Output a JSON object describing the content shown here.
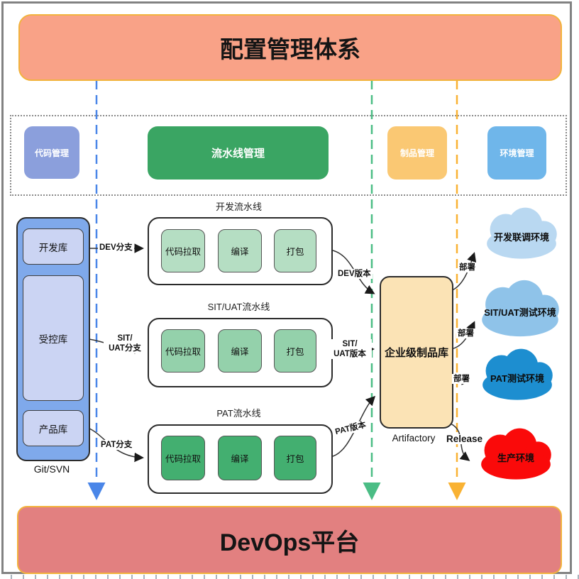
{
  "title_banner": "配置管理体系",
  "bottom_banner": "DevOps平台",
  "management_band": {
    "items": [
      {
        "label": "代码管理",
        "color": "#8B9FDC"
      },
      {
        "label": "流水线管理",
        "color": "#3AA563"
      },
      {
        "label": "制品管理",
        "color": "#FAC873"
      },
      {
        "label": "环境管理",
        "color": "#6FB6EA"
      }
    ]
  },
  "repo_group": {
    "caption": "Git/SVN",
    "items": [
      {
        "label": "开发库"
      },
      {
        "label": "受控库"
      },
      {
        "label": "产品库"
      }
    ]
  },
  "pipelines": [
    {
      "title": "开发流水线",
      "steps": [
        "代码拉取",
        "编译",
        "打包"
      ],
      "step_color": "#B5DEC3"
    },
    {
      "title": "SIT/UAT流水线",
      "steps": [
        "代码拉取",
        "编译",
        "打包"
      ],
      "step_color": "#94D1AB"
    },
    {
      "title": "PAT流水线",
      "steps": [
        "代码拉取",
        "编译",
        "打包"
      ],
      "step_color": "#43AF70"
    }
  ],
  "artifact_repo": {
    "label": "企业级制品库",
    "caption": "Artifactory",
    "color": "#FBE3B5"
  },
  "arrow_labels": {
    "dev_branch": "DEV分支",
    "sit_branch_line1": "SIT/",
    "sit_branch_line2": "UAT分支",
    "pat_branch": "PAT分支",
    "dev_version": "DEV版本",
    "sit_version_line1": "SIT/",
    "sit_version_line2": "UAT版本",
    "pat_version": "PAT版本",
    "deploy": "部署",
    "release": "Release"
  },
  "environments": [
    {
      "label": "开发联调环境",
      "color": "#B9D8F1"
    },
    {
      "label": "SIT/UAT测试环境",
      "color": "#8FC3E9"
    },
    {
      "label": "PAT测试环境",
      "color": "#1D8ED0"
    },
    {
      "label": "生产环境",
      "color": "#FA0A0A"
    }
  ],
  "lane_colors": {
    "code": "#4A86E8",
    "pipeline": "#4BBD85",
    "artifact": "#F9B233"
  },
  "banner_colors": {
    "top_fill": "#F9A287",
    "bottom_fill": "#E28080",
    "border": "#F2B33D"
  }
}
